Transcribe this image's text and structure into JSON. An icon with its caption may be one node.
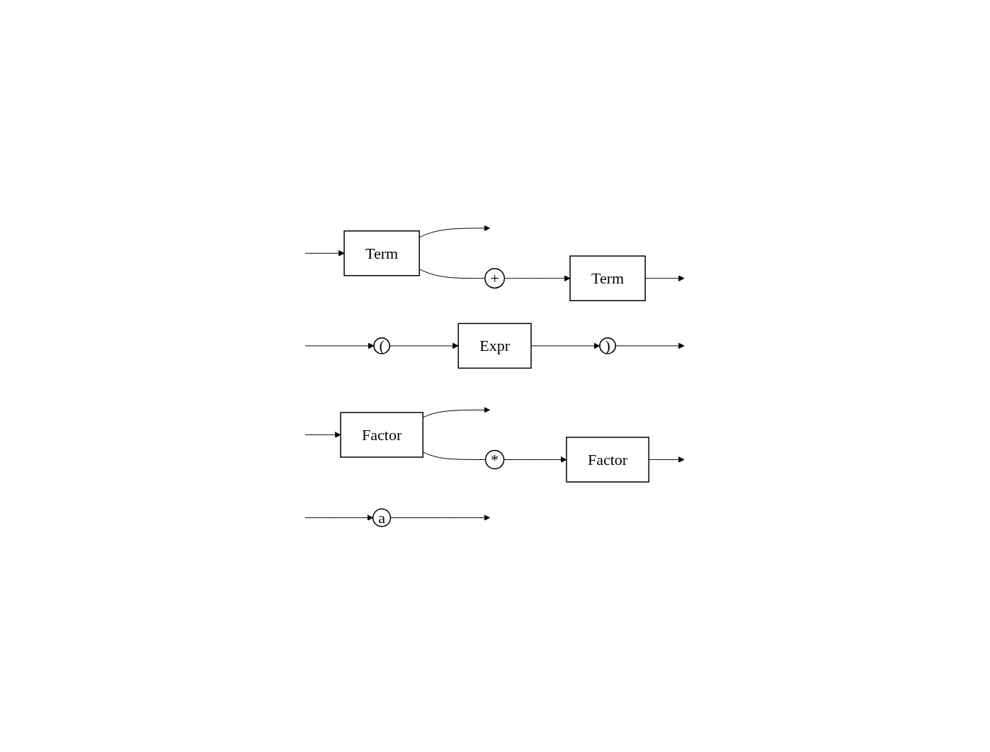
{
  "diagram": {
    "nodes": [
      {
        "text": [
          "Term"
        ]
      },
      {
        "text": [
          "Term"
        ]
      },
      {
        "text": [
          "+"
        ]
      },
      {
        "text": [
          "Factor"
        ]
      },
      {
        "text": [
          "Factor"
        ]
      },
      {
        "text": [
          "*"
        ]
      },
      {
        "text": [
          "a"
        ]
      },
      {
        "text": [
          "("
        ]
      },
      {
        "text": [
          "Expr"
        ]
      },
      {
        "text": [
          ")"
        ]
      }
    ],
    "edges": [
      {
        "from": null,
        "to": 0,
        "arrow": "to"
      },
      {
        "from": 0,
        "to": null,
        "arrow": "to"
      },
      {
        "from": 0,
        "to": 2,
        "arrow": "none"
      },
      {
        "from": 2,
        "to": 1,
        "arrow": "to"
      },
      {
        "from": 1,
        "to": null,
        "arrow": "to"
      },
      {
        "from": null,
        "to": 3,
        "arrow": "to"
      },
      {
        "from": 3,
        "to": null,
        "arrow": "to"
      },
      {
        "from": 3,
        "to": 5,
        "arrow": "none"
      },
      {
        "from": 5,
        "to": 4,
        "arrow": "to"
      },
      {
        "from": 4,
        "to": null,
        "arrow": "to"
      },
      {
        "from": null,
        "to": 6,
        "arrow": "to"
      },
      {
        "from": 6,
        "to": null,
        "arrow": "to"
      },
      {
        "from": null,
        "to": 7,
        "arrow": "to"
      },
      {
        "from": 7,
        "to": 8,
        "arrow": "to"
      },
      {
        "from": 8,
        "to": 9,
        "arrow": "to"
      },
      {
        "from": 9,
        "to": null,
        "arrow": "to"
      }
    ]
  }
}
